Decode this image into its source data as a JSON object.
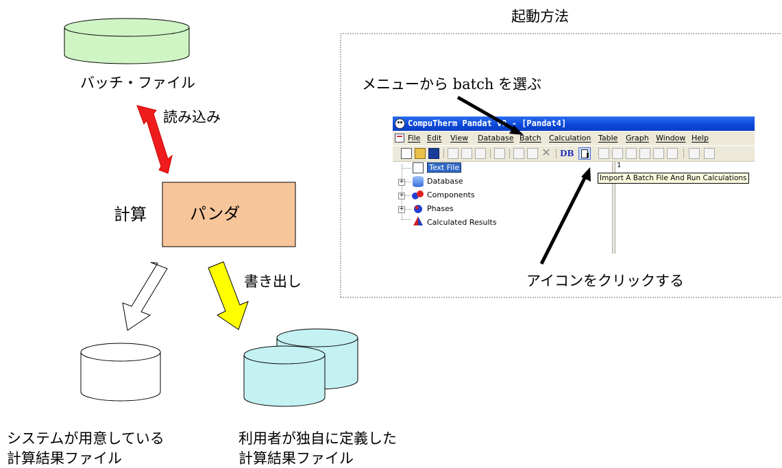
{
  "batch_file_label": "バッチ・ファイル",
  "read_label": "読み込み",
  "calc_label": "計算",
  "panda_label": "パンダ",
  "write_label": "書き出し",
  "system_file_label_1": "システムが用意している",
  "system_file_label_2": "計算結果ファイル",
  "user_file_label_1": "利用者が独自に定義した",
  "user_file_label_2": "計算結果ファイル",
  "launch_title": "起動方法",
  "menu_instruction": "メニューから batch を選ぶ",
  "icon_instruction": "アイコンをクリックする",
  "app_window": {
    "title": "CompuTherm Pandat v8 - [Pandat4]",
    "menu": [
      "File",
      "Edit",
      "View",
      "Database",
      "Batch",
      "Calculation",
      "Table",
      "Graph",
      "Window",
      "Help"
    ],
    "toolbar_db": "DB",
    "tree": [
      "Text File",
      "Database",
      "Components",
      "Phases",
      "Calculated Results"
    ],
    "line_number": "1",
    "tooltip": "Import A Batch File And Run Calculations"
  },
  "colors": {
    "batch_file_fill": "#cff5c4",
    "panda_box_fill": "#f7c59a",
    "user_db_fill": "#c4f1f1",
    "read_arrow": "#ee1c1c",
    "write_arrow": "#ffff00",
    "instruction_arrow": "#000000"
  }
}
